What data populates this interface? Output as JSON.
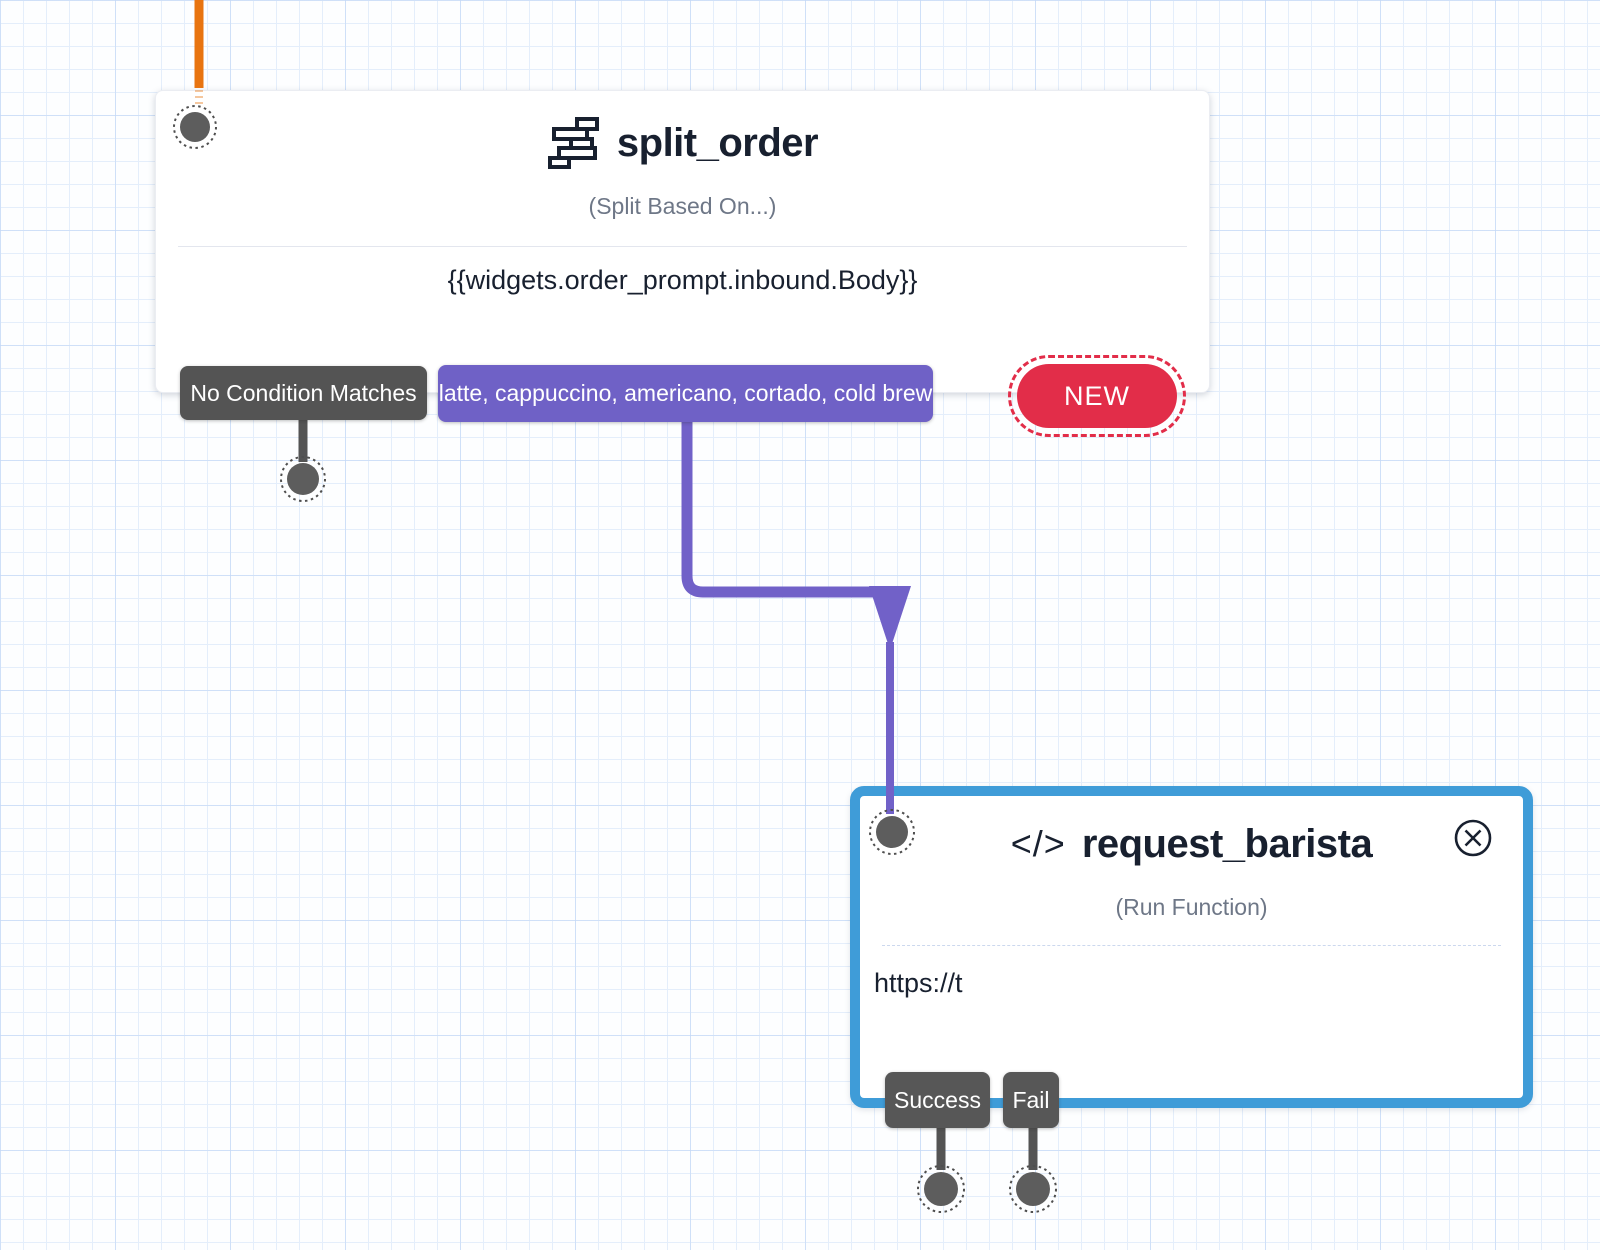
{
  "widgets": {
    "split_order": {
      "title": "split_order",
      "type_label": "(Split Based On...)",
      "test_expression": "{{widgets.order_prompt.inbound.Body}}",
      "transitions": [
        {
          "label": "No Condition Matches"
        },
        {
          "label": "latte, cappuccino, americano, cortado, cold brew"
        }
      ],
      "new_badge": "NEW"
    },
    "request_barista": {
      "title": "request_barista",
      "type_label": "(Run Function)",
      "url_value": "https://t",
      "transitions": [
        {
          "label": "Success"
        },
        {
          "label": "Fail"
        }
      ]
    }
  },
  "icons": {
    "code_glyph": "</>",
    "split_icon": "split-based-on-icon",
    "close_icon": "close-icon"
  },
  "colors": {
    "incoming_line": "#e87410",
    "transition_line": "#7161c8",
    "neutral_connector": "#575757",
    "selected_border": "#3f9cd8",
    "new_badge": "#e22d49",
    "ink": "#18202f"
  }
}
